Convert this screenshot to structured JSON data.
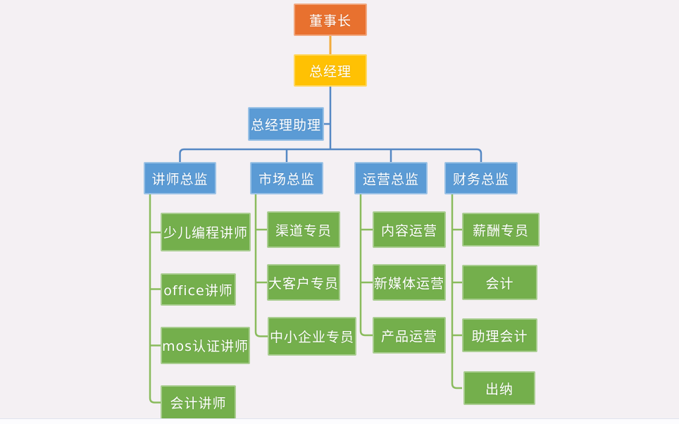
{
  "diagram": {
    "type": "org-chart",
    "colors": {
      "chairman_fill": "#e8712f",
      "gm_fill": "#ffc103",
      "manager_fill": "#5b9bd5",
      "staff_fill": "#74af4c",
      "line_blue": "#5588c4",
      "line_green": "#8abb5d",
      "line_orange": "#f2ab3c",
      "background": "#f4f0f3",
      "text": "#ffffff"
    }
  },
  "nodes": {
    "chairman": {
      "label": "董事长"
    },
    "gm": {
      "label": "总经理"
    },
    "gm_assistant": {
      "label": "总经理助理"
    },
    "director_lecturer": {
      "label": "讲师总监"
    },
    "director_marketing": {
      "label": "市场总监"
    },
    "director_operations": {
      "label": "运营总监"
    },
    "director_finance": {
      "label": "财务总监"
    },
    "kids_coding_lecturer": {
      "label": "少儿编程讲师"
    },
    "office_lecturer": {
      "label": "office讲师"
    },
    "mos_cert_lecturer": {
      "label": "mos认证讲师"
    },
    "accounting_lecturer": {
      "label": "会计讲师"
    },
    "channel_specialist": {
      "label": "渠道专员"
    },
    "key_account_specialist": {
      "label": "大客户专员"
    },
    "sme_specialist": {
      "label": "中小企业专员"
    },
    "content_operations": {
      "label": "内容运营"
    },
    "new_media_operations": {
      "label": "新媒体运营"
    },
    "product_operations": {
      "label": "产品运营"
    },
    "payroll_specialist": {
      "label": "薪酬专员"
    },
    "accountant": {
      "label": "会计"
    },
    "assistant_accountant": {
      "label": "助理会计"
    },
    "cashier": {
      "label": "出纳"
    }
  },
  "edges": [
    [
      "chairman",
      "gm"
    ],
    [
      "gm",
      "gm_assistant"
    ],
    [
      "gm",
      "director_lecturer"
    ],
    [
      "gm",
      "director_marketing"
    ],
    [
      "gm",
      "director_operations"
    ],
    [
      "gm",
      "director_finance"
    ],
    [
      "director_lecturer",
      "kids_coding_lecturer"
    ],
    [
      "director_lecturer",
      "office_lecturer"
    ],
    [
      "director_lecturer",
      "mos_cert_lecturer"
    ],
    [
      "director_lecturer",
      "accounting_lecturer"
    ],
    [
      "director_marketing",
      "channel_specialist"
    ],
    [
      "director_marketing",
      "key_account_specialist"
    ],
    [
      "director_marketing",
      "sme_specialist"
    ],
    [
      "director_operations",
      "content_operations"
    ],
    [
      "director_operations",
      "new_media_operations"
    ],
    [
      "director_operations",
      "product_operations"
    ],
    [
      "director_finance",
      "payroll_specialist"
    ],
    [
      "director_finance",
      "accountant"
    ],
    [
      "director_finance",
      "assistant_accountant"
    ],
    [
      "director_finance",
      "cashier"
    ]
  ]
}
